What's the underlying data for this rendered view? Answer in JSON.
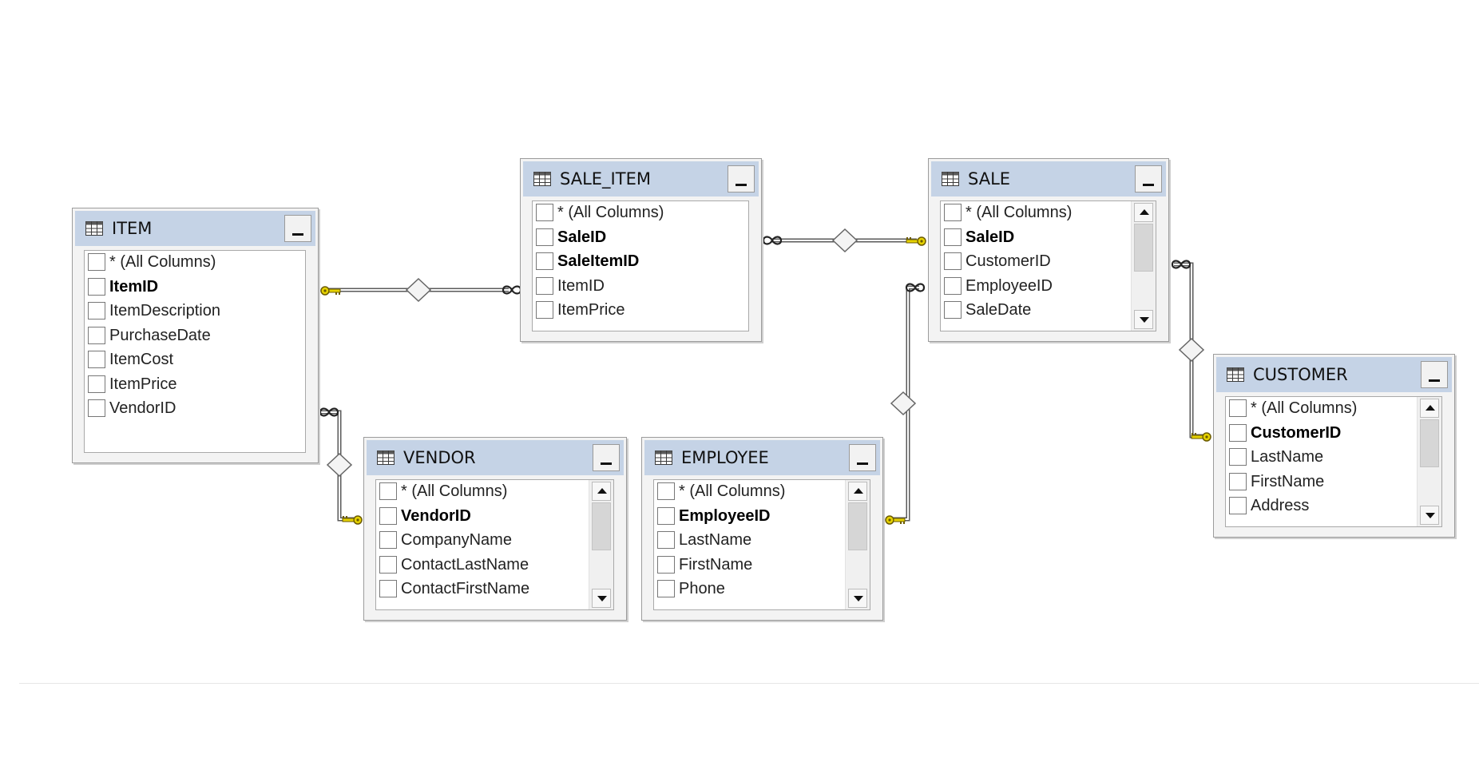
{
  "tables": [
    {
      "id": "item",
      "title": "ITEM",
      "columns": [
        {
          "label": "* (All Columns)",
          "key": false
        },
        {
          "label": "ItemID",
          "key": true
        },
        {
          "label": "ItemDescription",
          "key": false
        },
        {
          "label": "PurchaseDate",
          "key": false
        },
        {
          "label": "ItemCost",
          "key": false
        },
        {
          "label": "ItemPrice",
          "key": false
        },
        {
          "label": "VendorID",
          "key": false
        }
      ],
      "scroll": false
    },
    {
      "id": "sale_item",
      "title": "SALE_ITEM",
      "columns": [
        {
          "label": "* (All Columns)",
          "key": false
        },
        {
          "label": "SaleID",
          "key": true
        },
        {
          "label": "SaleItemID",
          "key": true
        },
        {
          "label": "ItemID",
          "key": false
        },
        {
          "label": "ItemPrice",
          "key": false
        }
      ],
      "scroll": false
    },
    {
      "id": "sale",
      "title": "SALE",
      "columns": [
        {
          "label": "* (All Columns)",
          "key": false
        },
        {
          "label": "SaleID",
          "key": true
        },
        {
          "label": "CustomerID",
          "key": false
        },
        {
          "label": "EmployeeID",
          "key": false
        },
        {
          "label": "SaleDate",
          "key": false
        }
      ],
      "scroll": true
    },
    {
      "id": "customer",
      "title": "CUSTOMER",
      "columns": [
        {
          "label": "* (All Columns)",
          "key": false
        },
        {
          "label": "CustomerID",
          "key": true
        },
        {
          "label": "LastName",
          "key": false
        },
        {
          "label": "FirstName",
          "key": false
        },
        {
          "label": "Address",
          "key": false
        }
      ],
      "scroll": true
    },
    {
      "id": "vendor",
      "title": "VENDOR",
      "columns": [
        {
          "label": "* (All Columns)",
          "key": false
        },
        {
          "label": "VendorID",
          "key": true
        },
        {
          "label": "CompanyName",
          "key": false
        },
        {
          "label": "ContactLastName",
          "key": false
        },
        {
          "label": "ContactFirstName",
          "key": false
        }
      ],
      "scroll": true
    },
    {
      "id": "employee",
      "title": "EMPLOYEE",
      "columns": [
        {
          "label": "* (All Columns)",
          "key": false
        },
        {
          "label": "EmployeeID",
          "key": true
        },
        {
          "label": "LastName",
          "key": false
        },
        {
          "label": "FirstName",
          "key": false
        },
        {
          "label": "Phone",
          "key": false
        }
      ],
      "scroll": true
    }
  ],
  "relationships": [
    {
      "from": "item",
      "to": "sale_item",
      "one_end": "item",
      "many_end": "sale_item"
    },
    {
      "from": "sale_item",
      "to": "sale",
      "one_end": "sale",
      "many_end": "sale_item"
    },
    {
      "from": "sale",
      "to": "customer",
      "one_end": "customer",
      "many_end": "sale"
    },
    {
      "from": "employee",
      "to": "sale",
      "one_end": "employee",
      "many_end": "sale"
    },
    {
      "from": "item",
      "to": "vendor",
      "one_end": "vendor",
      "many_end": "item"
    }
  ]
}
